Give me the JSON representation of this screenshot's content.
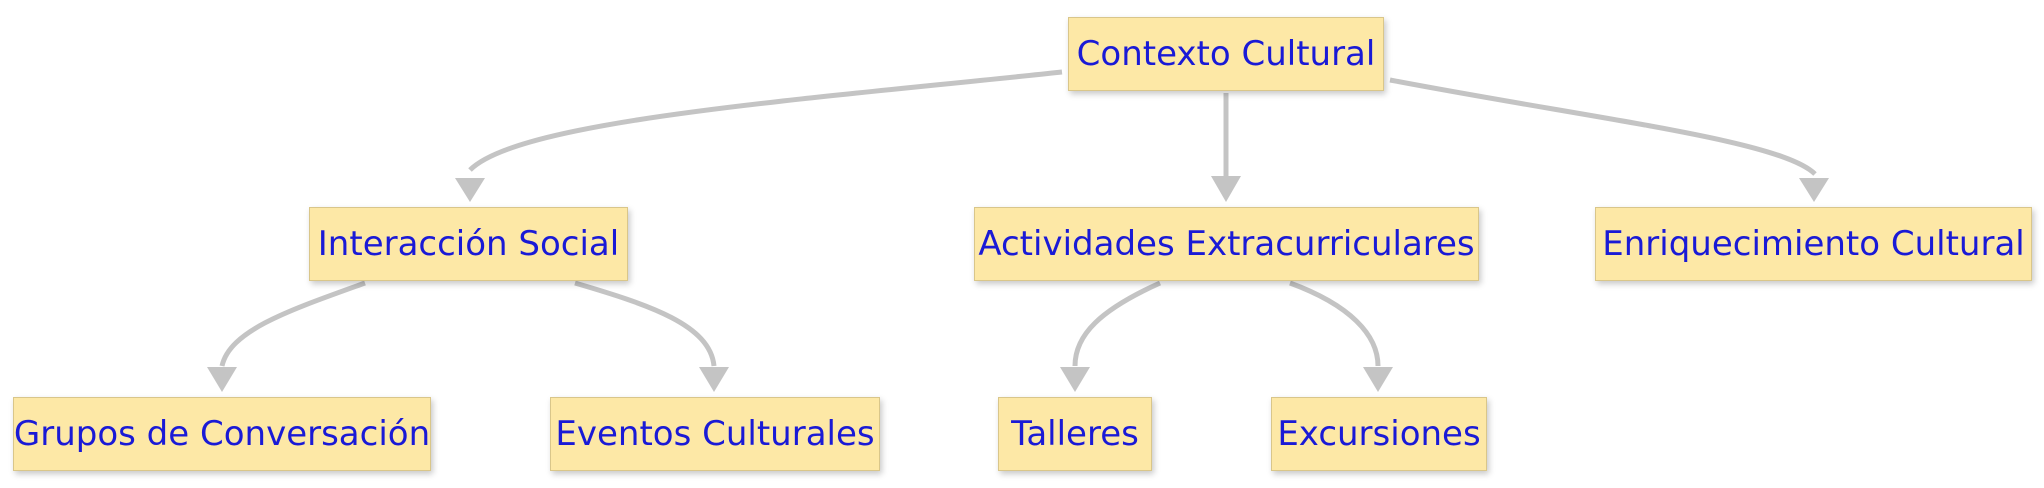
{
  "theme": {
    "node_fill": "#fde8a6",
    "node_text": "#1a1ad6",
    "edge_color": "#c4c4c4"
  },
  "nodes": {
    "root": {
      "label": "Contexto Cultural"
    },
    "social": {
      "label": "Interacción Social"
    },
    "activities": {
      "label": "Actividades Extracurriculares"
    },
    "enrichment": {
      "label": "Enriquecimiento Cultural"
    },
    "groups": {
      "label": "Grupos de Conversación"
    },
    "events": {
      "label": "Eventos Culturales"
    },
    "workshops": {
      "label": "Talleres"
    },
    "trips": {
      "label": "Excursiones"
    }
  },
  "edges": [
    {
      "from": "root",
      "to": "social"
    },
    {
      "from": "root",
      "to": "activities"
    },
    {
      "from": "root",
      "to": "enrichment"
    },
    {
      "from": "social",
      "to": "groups"
    },
    {
      "from": "social",
      "to": "events"
    },
    {
      "from": "activities",
      "to": "workshops"
    },
    {
      "from": "activities",
      "to": "trips"
    }
  ]
}
